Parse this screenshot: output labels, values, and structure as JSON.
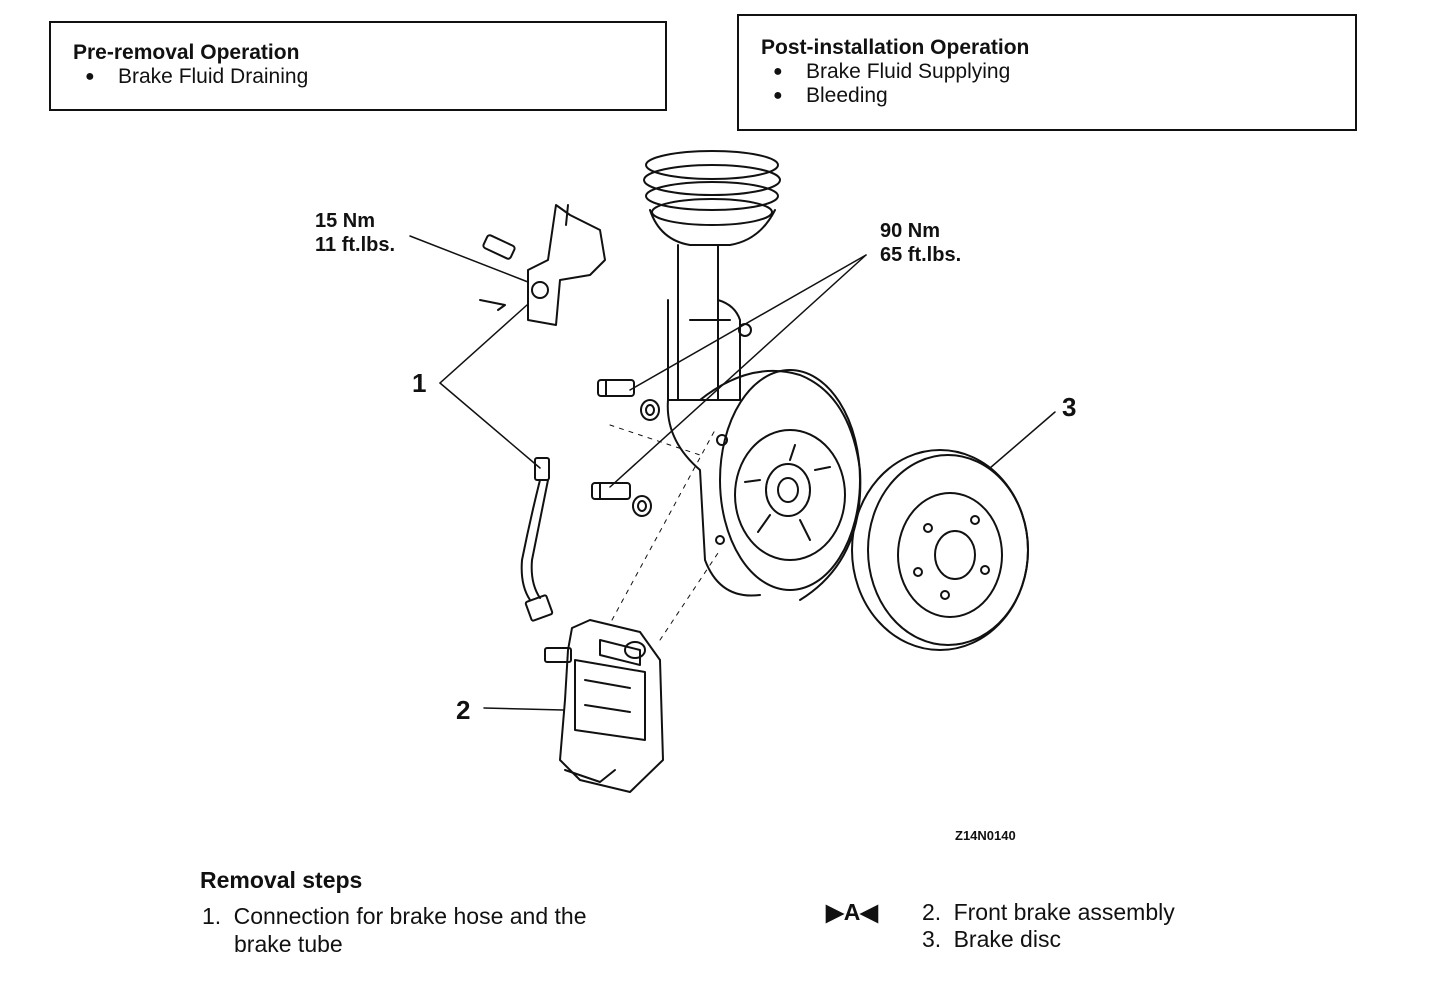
{
  "pre_removal": {
    "title": "Pre-removal Operation",
    "items": [
      "Brake Fluid Draining"
    ]
  },
  "post_installation": {
    "title": "Post-installation Operation",
    "items": [
      "Brake Fluid Supplying",
      "Bleeding"
    ]
  },
  "torque_specs": [
    {
      "nm": "15 Nm",
      "ftlbs": "11 ft.lbs."
    },
    {
      "nm": "90 Nm",
      "ftlbs": "65 ft.lbs."
    }
  ],
  "callouts": [
    "1",
    "2",
    "3"
  ],
  "figure_code": "Z14N0140",
  "removal": {
    "title": "Removal steps",
    "steps": [
      {
        "num": "1.",
        "text": "Connection for brake hose and the",
        "text2": "brake tube"
      },
      {
        "marker": "▶A◀",
        "num": "2.",
        "text": "Front brake assembly"
      },
      {
        "num": "3.",
        "text": "Brake disc"
      }
    ]
  }
}
